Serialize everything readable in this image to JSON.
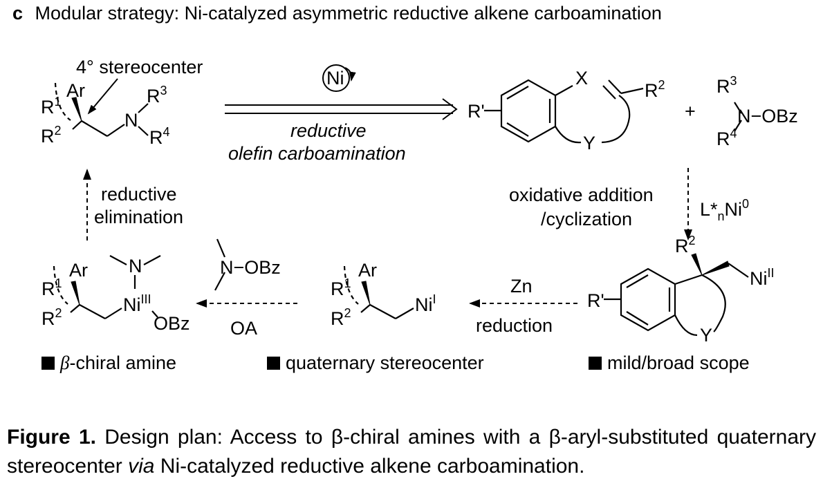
{
  "panel": {
    "letter": "c",
    "title": "Modular strategy: Ni-catalyzed asymmetric reductive alkene carboamination"
  },
  "product": {
    "callout": "4° stereocenter",
    "r1": "R",
    "r1_num": "1",
    "ar": "Ar",
    "r2": "R",
    "r2_num": "2",
    "n": "N",
    "r3": "R",
    "r3_num": "3",
    "r4": "R",
    "r4_num": "4"
  },
  "retro_arrow": {
    "catalyst": "Ni",
    "label_line1": "reductive",
    "label_line2": "olefin carboamination"
  },
  "substrate": {
    "r_prime": "R'",
    "x": "X",
    "y": "Y",
    "r2": "R",
    "r2_num": "2",
    "plus": "+"
  },
  "amine_reagent": {
    "r3": "R",
    "r3_num": "3",
    "n_obz": "N−OBz",
    "r4": "R",
    "r4_num": "4"
  },
  "step_oa": {
    "label_line1": "oxidative addition",
    "label_line2": "/cyclization",
    "catalyst_l": "L*",
    "catalyst_n": "n",
    "catalyst_ni": "Ni",
    "catalyst_ox": "0"
  },
  "cyclized_intermediate": {
    "r2": "R",
    "r2_num": "2",
    "ni": "Ni",
    "ni_ox": "II",
    "r_prime": "R'",
    "y": "Y"
  },
  "step_reduction": {
    "reagent": "Zn",
    "label": "reduction"
  },
  "ni_i_intermediate": {
    "r1": "R",
    "r1_num": "1",
    "ar": "Ar",
    "r2": "R",
    "r2_num": "2",
    "ni": "Ni",
    "ni_ox": "I"
  },
  "step_oa2": {
    "reagent": "N−OBz",
    "label": "OA"
  },
  "ni_iii_intermediate": {
    "r1": "R",
    "r1_num": "1",
    "ar": "Ar",
    "r2": "R",
    "r2_num": "2",
    "n": "N",
    "ni": "Ni",
    "ni_ox": "III",
    "obz": "OBz"
  },
  "step_re": {
    "label_line1": "reductive",
    "label_line2": "elimination"
  },
  "features": [
    {
      "prefix": "β",
      "text": "-chiral amine"
    },
    {
      "text": "quaternary stereocenter"
    },
    {
      "text": "mild/broad scope"
    }
  ],
  "caption": {
    "label": "Figure 1.",
    "part1": " Design plan: Access to β-chiral amines with a β-aryl-substituted quaternary stereocenter ",
    "via": "via",
    "part2": " Ni-catalyzed reductive alkene carboamination."
  }
}
